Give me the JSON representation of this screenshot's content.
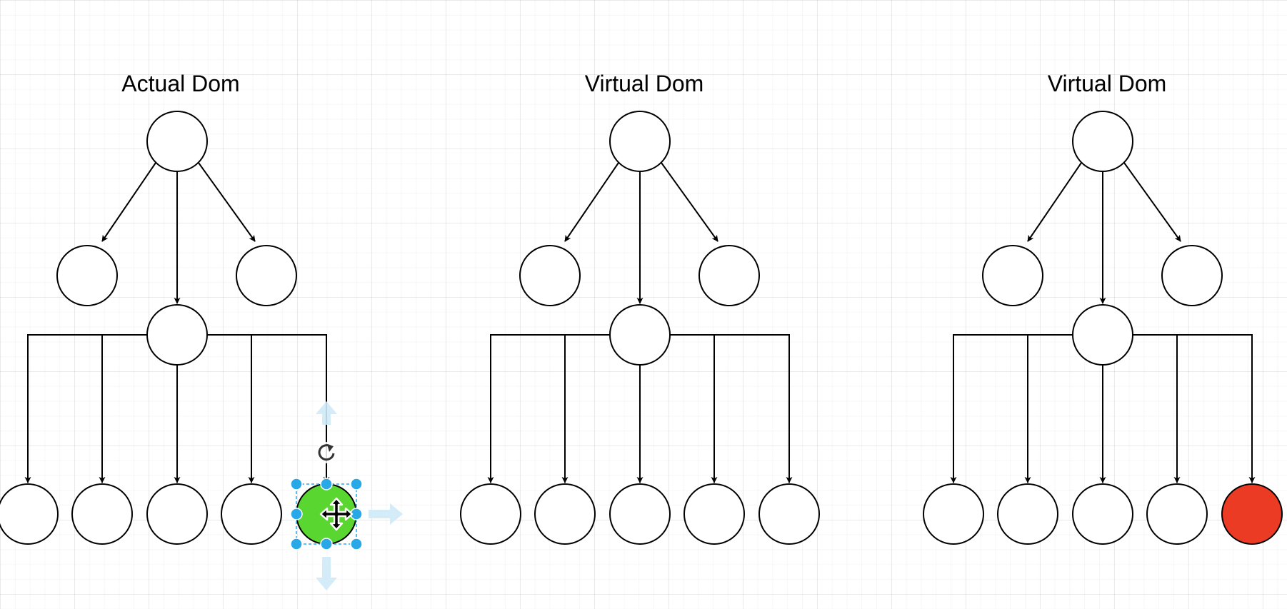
{
  "canvas": {
    "background": "#ffffff",
    "grid_color": "#e6e6e6"
  },
  "diagrams": [
    {
      "title": "Actual Dom",
      "highlight": {
        "index": 4,
        "color": "#5ad630",
        "selected": true
      }
    },
    {
      "title": "Virtual Dom",
      "highlight": null
    },
    {
      "title": "Virtual Dom",
      "highlight": {
        "index": 4,
        "color": "#ec3b25",
        "selected": false
      }
    }
  ],
  "colors": {
    "node_stroke": "#000000",
    "node_fill": "#ffffff",
    "selection": "#29a8e8",
    "added_node": "#5ad630",
    "changed_node": "#ec3b25"
  },
  "selection_tools": {
    "rotate_icon": "rotate-icon",
    "move_icon": "move-icon",
    "drag_arrows": [
      "up",
      "right",
      "down"
    ]
  }
}
